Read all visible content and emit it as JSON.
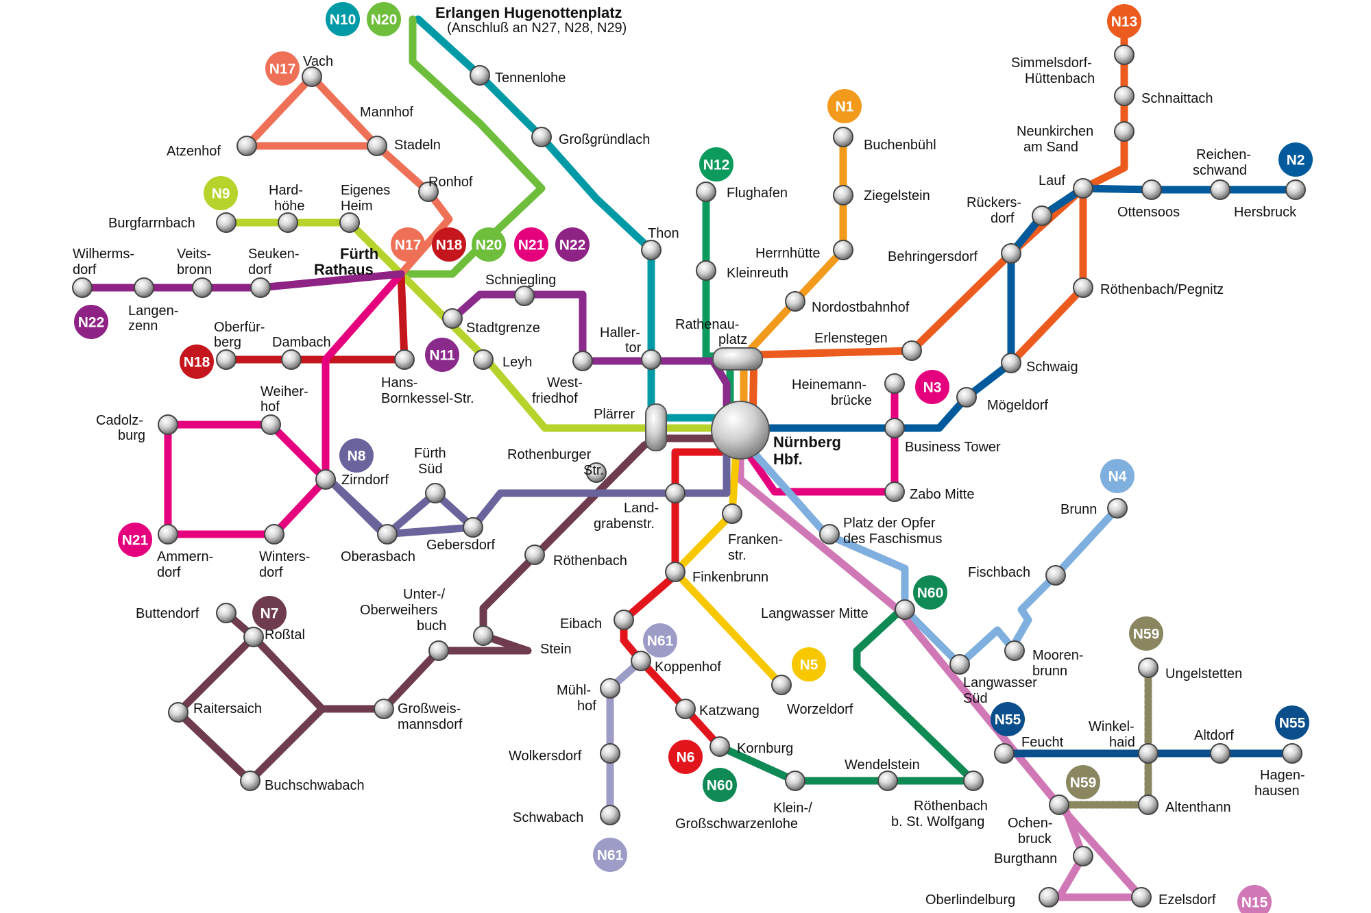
{
  "colors": {
    "N1": "#F29A1C",
    "N2": "#005A9C",
    "N3": "#E5007D",
    "N4": "#7FAFDE",
    "N5": "#F7C800",
    "N6": "#E2141C",
    "N7": "#6E3B4F",
    "N8": "#6A649C",
    "N9": "#B6D32B",
    "N10": "#009AA6",
    "N11": "#8A2A8A",
    "N12": "#0C9B5D",
    "N13": "#EC5B1E",
    "N15": "#D077B6",
    "N17": "#EE7157",
    "N18": "#C4161C",
    "N20": "#6EBE3C",
    "N21": "#E5007D",
    "N22": "#8E2285",
    "N55": "#0A4E8C",
    "N59": "#8A8660",
    "N60": "#0F8A55",
    "N61": "#9C9CC7"
  },
  "badges": [
    {
      "id": "N10"
    },
    {
      "id": "N20"
    },
    {
      "id": "N17"
    },
    {
      "id": "N9"
    },
    {
      "id": "N17"
    },
    {
      "id": "N18"
    },
    {
      "id": "N20"
    },
    {
      "id": "N21"
    },
    {
      "id": "N22"
    },
    {
      "id": "N22"
    },
    {
      "id": "N11"
    },
    {
      "id": "N18"
    },
    {
      "id": "N8"
    },
    {
      "id": "N21"
    },
    {
      "id": "N7"
    },
    {
      "id": "N12"
    },
    {
      "id": "N1"
    },
    {
      "id": "N13"
    },
    {
      "id": "N2"
    },
    {
      "id": "N3"
    },
    {
      "id": "N4"
    },
    {
      "id": "N60"
    },
    {
      "id": "N61"
    },
    {
      "id": "N5"
    },
    {
      "id": "N6"
    },
    {
      "id": "N60"
    },
    {
      "id": "N61"
    },
    {
      "id": "N59"
    },
    {
      "id": "N55"
    },
    {
      "id": "N55"
    },
    {
      "id": "N59"
    },
    {
      "id": "N15"
    }
  ],
  "labels": {
    "erlangen": "Erlangen Hugenottenplatz",
    "erlangen_sub": "(Anschluß an N27, N28, N29)",
    "tennenlohe": "Tennenlohe",
    "grossgruendlach": "Großgründlach",
    "thon": "Thon",
    "vach": "Vach",
    "mannhof": "Mannhof",
    "stadeln": "Stadeln",
    "atzenhof": "Atzenhof",
    "ronhof": "Ronhof",
    "burgfarrnbach": "Burgfarrnbach",
    "hardhoehe_1": "Hard-",
    "hardhoehe_2": "höhe",
    "eigenes_1": "Eigenes",
    "eigenes_2": "Heim",
    "fuerth_1": "Fürth",
    "fuerth_2": "Rathaus",
    "wilhermsdorf_1": "Wilherms-",
    "wilhermsdorf_2": "dorf",
    "veitsbronn_1": "Veits-",
    "veitsbronn_2": "bronn",
    "seukendorf_1": "Seuken-",
    "seukendorf_2": "dorf",
    "langenzenn_1": "Langen-",
    "langenzenn_2": "zenn",
    "schniegling": "Schniegling",
    "stadtgrenze": "Stadtgrenze",
    "leyh": "Leyh",
    "oberfuerberg_1": "Oberfür-",
    "oberfuerberg_2": "berg",
    "dambach": "Dambach",
    "hans_1": "Hans-",
    "hans_2": "Bornkessel-Str.",
    "westfriedhof_1": "West-",
    "westfriedhof_2": "friedhof",
    "hallertor_1": "Haller-",
    "hallertor_2": "tor",
    "plaerrer": "Plärrer",
    "weiherhof_1": "Weiher-",
    "weiherhof_2": "hof",
    "cadolzburg_1": "Cadolz-",
    "cadolzburg_2": "burg",
    "zirndorf": "Zirndorf",
    "fuerthsued_1": "Fürth",
    "fuerthsued_2": "Süd",
    "rothenburger_1": "Rothenburger",
    "rothenburger_2": "Str.",
    "ammerndorf_1": "Ammern-",
    "ammerndorf_2": "dorf",
    "wintersdorf_1": "Winters-",
    "wintersdorf_2": "dorf",
    "oberasbach": "Oberasbach",
    "gebersdorf": "Gebersdorf",
    "roethenbach": "Röthenbach",
    "landgraben_1": "Land-",
    "landgraben_2": "grabenstr.",
    "buttendorf": "Buttendorf",
    "rosstal": "Roßtal",
    "raitersaich": "Raitersaich",
    "buchschwabach": "Buchschwabach",
    "unterober_1": "Unter-/",
    "unterober_2": "Oberweihers",
    "unterober_3": "buch",
    "stein": "Stein",
    "grossweis_1": "Großweis-",
    "grossweis_2": "mannsdorf",
    "flughafen": "Flughafen",
    "kleinreuth": "Kleinreuth",
    "rathenau_1": "Rathenau-",
    "rathenau_2": "platz",
    "buchenbuehl": "Buchenbühl",
    "ziegelstein": "Ziegelstein",
    "herrnhuette": "Herrnhütte",
    "nordostbahnhof": "Nordostbahnhof",
    "erlenstegen": "Erlenstegen",
    "hbf_1": "Nürnberg",
    "hbf_2": "Hbf.",
    "simmelsdorf_1": "Simmelsdorf-",
    "simmelsdorf_2": "Hüttenbach",
    "schnaittach": "Schnaittach",
    "neunkirchen_1": "Neunkirchen",
    "neunkirchen_2": "am Sand",
    "lauf": "Lauf",
    "rueckersdorf_1": "Rückers-",
    "rueckersdorf_2": "dorf",
    "reichenschwand_1": "Reichen-",
    "reichenschwand_2": "schwand",
    "ottensoos": "Ottensoos",
    "hersbruck": "Hersbruck",
    "behringersdorf": "Behringersdorf",
    "roethenbachpeg": "Röthenbach/Pegnitz",
    "schwaig": "Schwaig",
    "heinemann_1": "Heinemann-",
    "heinemann_2": "brücke",
    "moegeldorf": "Mögeldorf",
    "businesstower": "Business Tower",
    "zabomitte": "Zabo Mitte",
    "platzopfer_1": "Platz der Opfer",
    "platzopfer_2": "des Faschismus",
    "frankenstr_1": "Franken-",
    "frankenstr_2": "str.",
    "finkenbrunn": "Finkenbrunn",
    "eibach": "Eibach",
    "koppenhof": "Koppenhof",
    "muehlhof_1": "Mühl-",
    "muehlhof_2": "hof",
    "katzwang": "Katzwang",
    "wolkersdorf": "Wolkersdorf",
    "schwabach": "Schwabach",
    "kornburg": "Kornburg",
    "kleinschwarz_1": "Klein-/",
    "kleinschwarz_2": "Großschwarzenlohe",
    "wendelstein": "Wendelstein",
    "roethenbachwolf_1": "Röthenbach",
    "roethenbachwolf_2": "b. St. Wolfgang",
    "worzeldorf": "Worzeldorf",
    "brunn": "Brunn",
    "fischbach": "Fischbach",
    "langwassermitte": "Langwasser Mitte",
    "moorenbrunn_1": "Mooren-",
    "moorenbrunn_2": "brunn",
    "langwassersued_1": "Langwasser",
    "langwassersued_2": "Süd",
    "ungelstetten": "Ungelstetten",
    "feucht": "Feucht",
    "winkelhaid_1": "Winkel-",
    "winkelhaid_2": "haid",
    "altdorf": "Altdorf",
    "hagenhausen_1": "Hagen-",
    "hagenhausen_2": "hausen",
    "altenthann": "Altenthann",
    "ochenbruck_1": "Ochen-",
    "ochenbruck_2": "bruck",
    "burgthann": "Burgthann",
    "oberlindelburg": "Oberlindelburg",
    "ezelsdorf": "Ezelsdorf"
  }
}
